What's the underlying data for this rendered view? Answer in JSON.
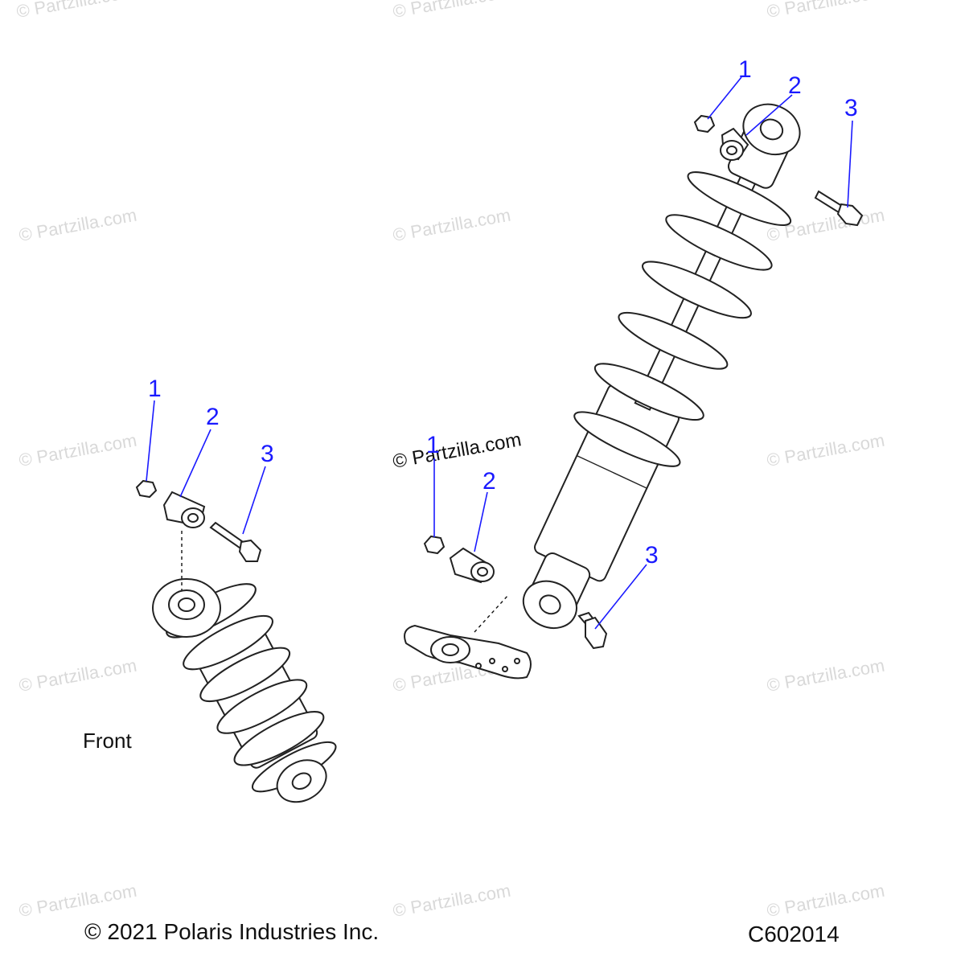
{
  "watermark_text": "© Partzilla.com",
  "callouts": {
    "top_right": [
      "1",
      "2",
      "3"
    ],
    "left": [
      "1",
      "2",
      "3"
    ],
    "middle": [
      "1",
      "2",
      "3"
    ]
  },
  "labels": {
    "front": "Front",
    "copyright": "© 2021 Polaris Industries Inc.",
    "figure_code": "C602014"
  },
  "colors": {
    "callout": "#1a1aff",
    "watermark": "#d9d9d9",
    "line_art": "#222222"
  }
}
